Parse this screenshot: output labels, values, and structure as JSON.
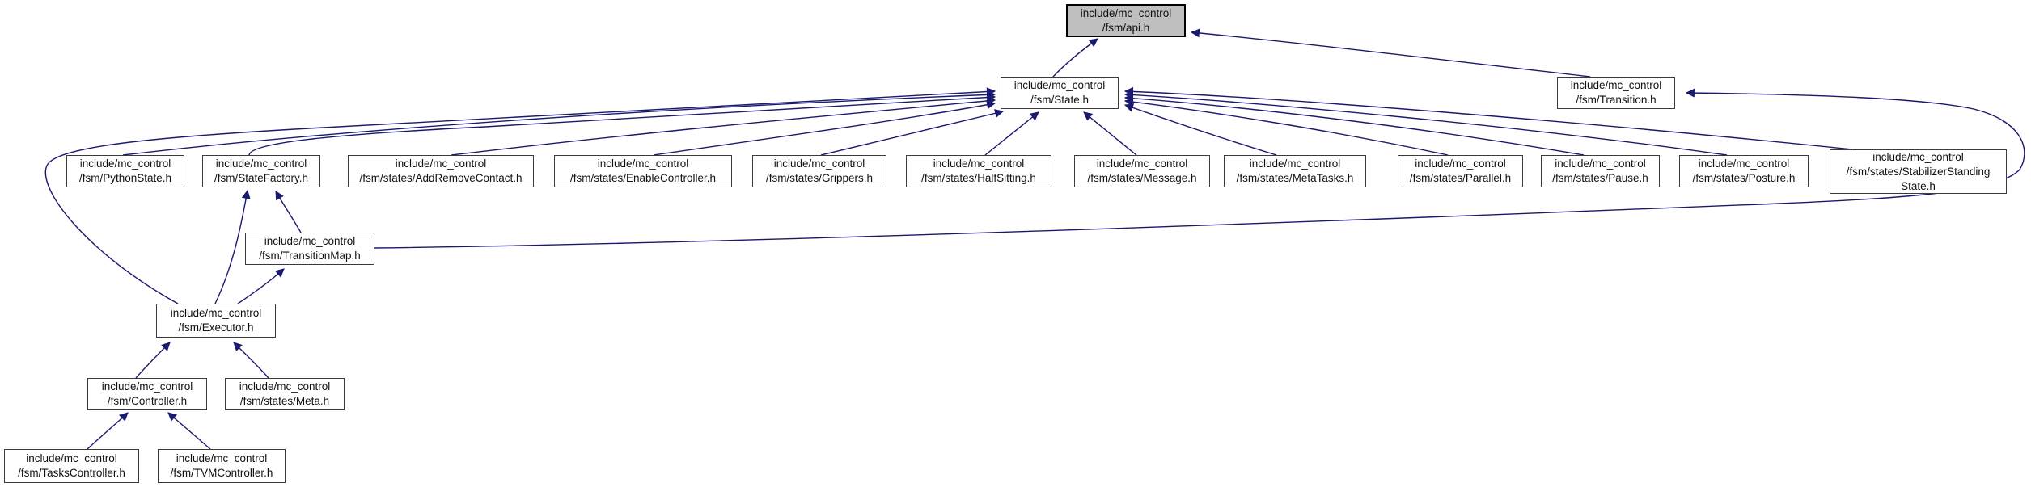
{
  "diagram": {
    "kind": "doxygen-included-by-dependency-graph",
    "background_color": "#ffffff",
    "edge_color": "#191970",
    "node_fill": "#ffffff",
    "node_border_color": "#3a3a3a",
    "highlighted_node_fill": "#bfbfbf",
    "nodes": [
      {
        "id": "api",
        "label": "include/mc_control\n/fsm/api.h",
        "highlighted": true
      },
      {
        "id": "state",
        "label": "include/mc_control\n/fsm/State.h",
        "highlighted": false
      },
      {
        "id": "transition",
        "label": "include/mc_control\n/fsm/Transition.h",
        "highlighted": false
      },
      {
        "id": "pythonstate",
        "label": "include/mc_control\n/fsm/PythonState.h",
        "highlighted": false
      },
      {
        "id": "statefactory",
        "label": "include/mc_control\n/fsm/StateFactory.h",
        "highlighted": false
      },
      {
        "id": "addremovecontact",
        "label": "include/mc_control\n/fsm/states/AddRemoveContact.h",
        "highlighted": false
      },
      {
        "id": "enablecontroller",
        "label": "include/mc_control\n/fsm/states/EnableController.h",
        "highlighted": false
      },
      {
        "id": "grippers",
        "label": "include/mc_control\n/fsm/states/Grippers.h",
        "highlighted": false
      },
      {
        "id": "halfsitting",
        "label": "include/mc_control\n/fsm/states/HalfSitting.h",
        "highlighted": false
      },
      {
        "id": "message",
        "label": "include/mc_control\n/fsm/states/Message.h",
        "highlighted": false
      },
      {
        "id": "metatasks",
        "label": "include/mc_control\n/fsm/states/MetaTasks.h",
        "highlighted": false
      },
      {
        "id": "parallel",
        "label": "include/mc_control\n/fsm/states/Parallel.h",
        "highlighted": false
      },
      {
        "id": "pause",
        "label": "include/mc_control\n/fsm/states/Pause.h",
        "highlighted": false
      },
      {
        "id": "posture",
        "label": "include/mc_control\n/fsm/states/Posture.h",
        "highlighted": false
      },
      {
        "id": "stabilizerstandingstate",
        "label": "include/mc_control\n/fsm/states/StabilizerStanding\nState.h",
        "highlighted": false
      },
      {
        "id": "transitionmap",
        "label": "include/mc_control\n/fsm/TransitionMap.h",
        "highlighted": false
      },
      {
        "id": "executor",
        "label": "include/mc_control\n/fsm/Executor.h",
        "highlighted": false
      },
      {
        "id": "controller",
        "label": "include/mc_control\n/fsm/Controller.h",
        "highlighted": false
      },
      {
        "id": "meta",
        "label": "include/mc_control\n/fsm/states/Meta.h",
        "highlighted": false
      },
      {
        "id": "taskscontroller",
        "label": "include/mc_control\n/fsm/TasksController.h",
        "highlighted": false
      },
      {
        "id": "tvmcontroller",
        "label": "include/mc_control\n/fsm/TVMController.h",
        "highlighted": false
      }
    ],
    "edges": [
      {
        "from": "state",
        "to": "api"
      },
      {
        "from": "transition",
        "to": "api"
      },
      {
        "from": "pythonstate",
        "to": "state"
      },
      {
        "from": "statefactory",
        "to": "state"
      },
      {
        "from": "addremovecontact",
        "to": "state"
      },
      {
        "from": "enablecontroller",
        "to": "state"
      },
      {
        "from": "grippers",
        "to": "state"
      },
      {
        "from": "halfsitting",
        "to": "state"
      },
      {
        "from": "message",
        "to": "state"
      },
      {
        "from": "metatasks",
        "to": "state"
      },
      {
        "from": "parallel",
        "to": "state"
      },
      {
        "from": "pause",
        "to": "state"
      },
      {
        "from": "posture",
        "to": "state"
      },
      {
        "from": "stabilizerstandingstate",
        "to": "state"
      },
      {
        "from": "executor",
        "to": "state"
      },
      {
        "from": "executor",
        "to": "statefactory"
      },
      {
        "from": "executor",
        "to": "transitionmap"
      },
      {
        "from": "transitionmap",
        "to": "statefactory"
      },
      {
        "from": "transitionmap",
        "to": "transition"
      },
      {
        "from": "controller",
        "to": "executor"
      },
      {
        "from": "meta",
        "to": "executor"
      },
      {
        "from": "taskscontroller",
        "to": "controller"
      },
      {
        "from": "tvmcontroller",
        "to": "controller"
      }
    ]
  }
}
